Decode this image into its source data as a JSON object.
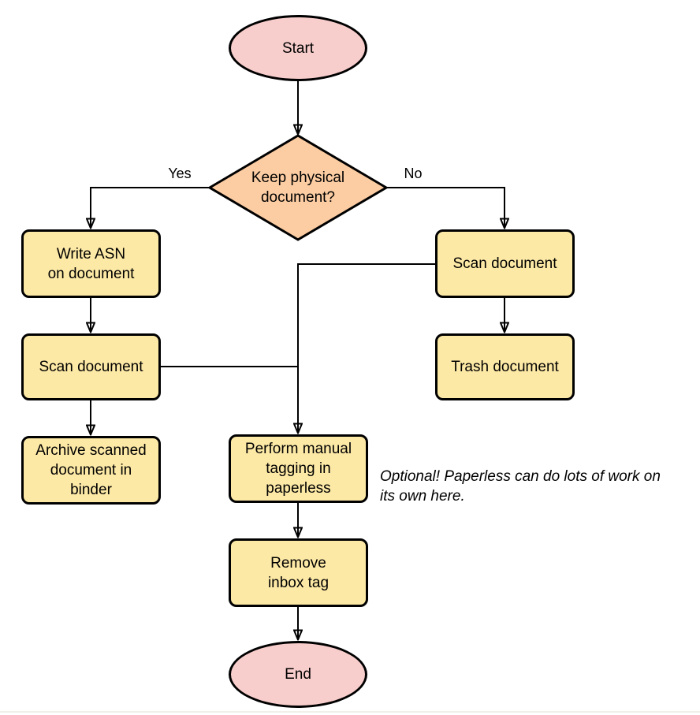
{
  "diagram": {
    "colors": {
      "stroke": "#000000",
      "terminator_fill": "#f8cecc",
      "decision_fill": "#fccda3",
      "process_fill": "#fde9a6",
      "bottom_rule": "#f1efe7"
    },
    "nodes": {
      "start": {
        "label": "Start",
        "type": "terminator"
      },
      "decision": {
        "label": "Keep physical\ndocument?",
        "type": "decision"
      },
      "write_asn": {
        "label": "Write ASN\non document",
        "type": "process"
      },
      "scan_left": {
        "label": "Scan document",
        "type": "process"
      },
      "archive": {
        "label": "Archive scanned\ndocument in\nbinder",
        "type": "process"
      },
      "scan_right": {
        "label": "Scan document",
        "type": "process"
      },
      "trash": {
        "label": "Trash document",
        "type": "process"
      },
      "tagging": {
        "label": "Perform manual\ntagging in\npaperless",
        "type": "process"
      },
      "remove_inbox": {
        "label": "Remove\ninbox tag",
        "type": "process"
      },
      "end": {
        "label": "End",
        "type": "terminator"
      }
    },
    "edge_labels": {
      "yes": "Yes",
      "no": "No"
    },
    "annotation": "Optional! Paperless can do lots of work on\nits own here."
  }
}
